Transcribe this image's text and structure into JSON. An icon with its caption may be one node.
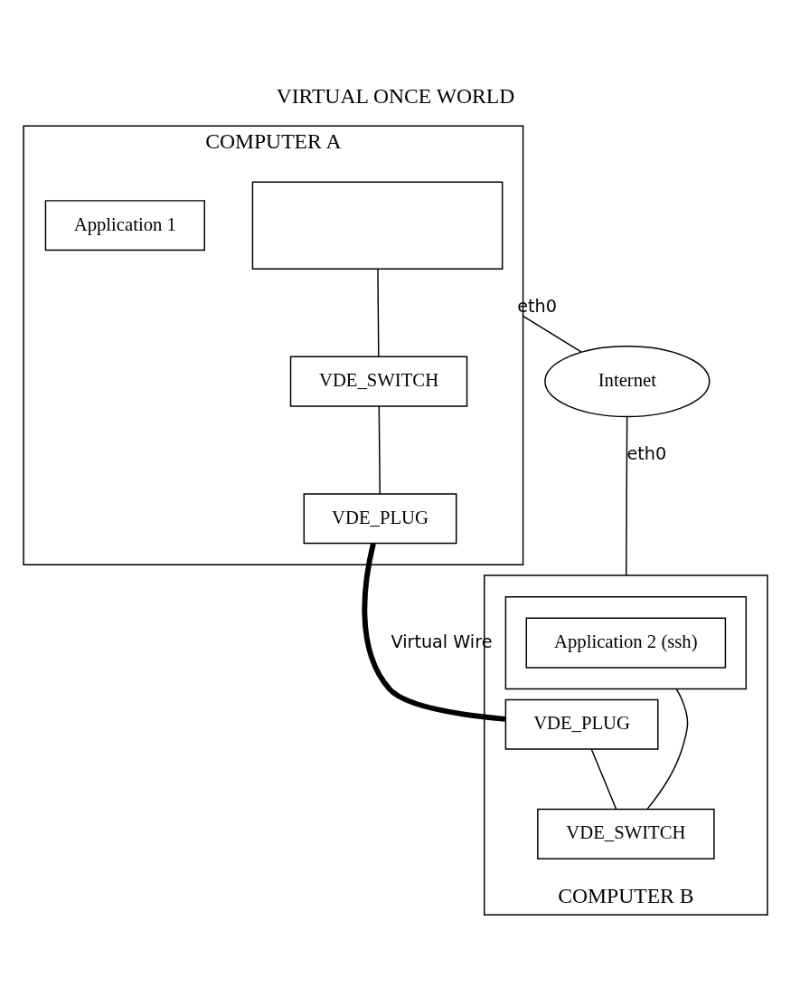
{
  "diagram": {
    "title": "VIRTUAL ONCE WORLD",
    "nodes": [
      {
        "text": [
          "COMPUTER A"
        ]
      },
      {
        "text": [],
        "shape": "box",
        "in": 0
      },
      {
        "text": [
          "VDE_SWITCH"
        ],
        "in": 0
      },
      {
        "text": [
          "Application 1"
        ],
        "in": 0
      },
      {
        "text": [
          "VDE_PLUG"
        ],
        "in": 0
      },
      {
        "text": [
          "Internet"
        ]
      },
      {
        "text": [
          "COMPUTER B"
        ]
      },
      {
        "text": [],
        "shape": "box",
        "in": 6
      },
      {
        "text": [
          "Application 2 (ssh)"
        ],
        "in": 7
      },
      {
        "text": [
          "VDE_PLUG"
        ],
        "in": 6
      },
      {
        "text": [
          "VDE_SWITCH"
        ],
        "in": 6
      }
    ],
    "edges": [
      {
        "from": 1,
        "to": 2,
        "arrow": "none"
      },
      {
        "from": 2,
        "to": 4,
        "arrow": "none"
      },
      {
        "from": 4,
        "to": 9,
        "arrow": "none",
        "style": "thick",
        "label": "Virtual Wire"
      },
      {
        "from": 0,
        "to": 5,
        "arrow": "none",
        "label": "eth0"
      },
      {
        "from": 5,
        "to": 6,
        "arrow": "none",
        "label": "eth0"
      },
      {
        "from": 9,
        "to": 10,
        "arrow": "none"
      },
      {
        "from": 7,
        "to": 10,
        "arrow": "none"
      }
    ]
  }
}
